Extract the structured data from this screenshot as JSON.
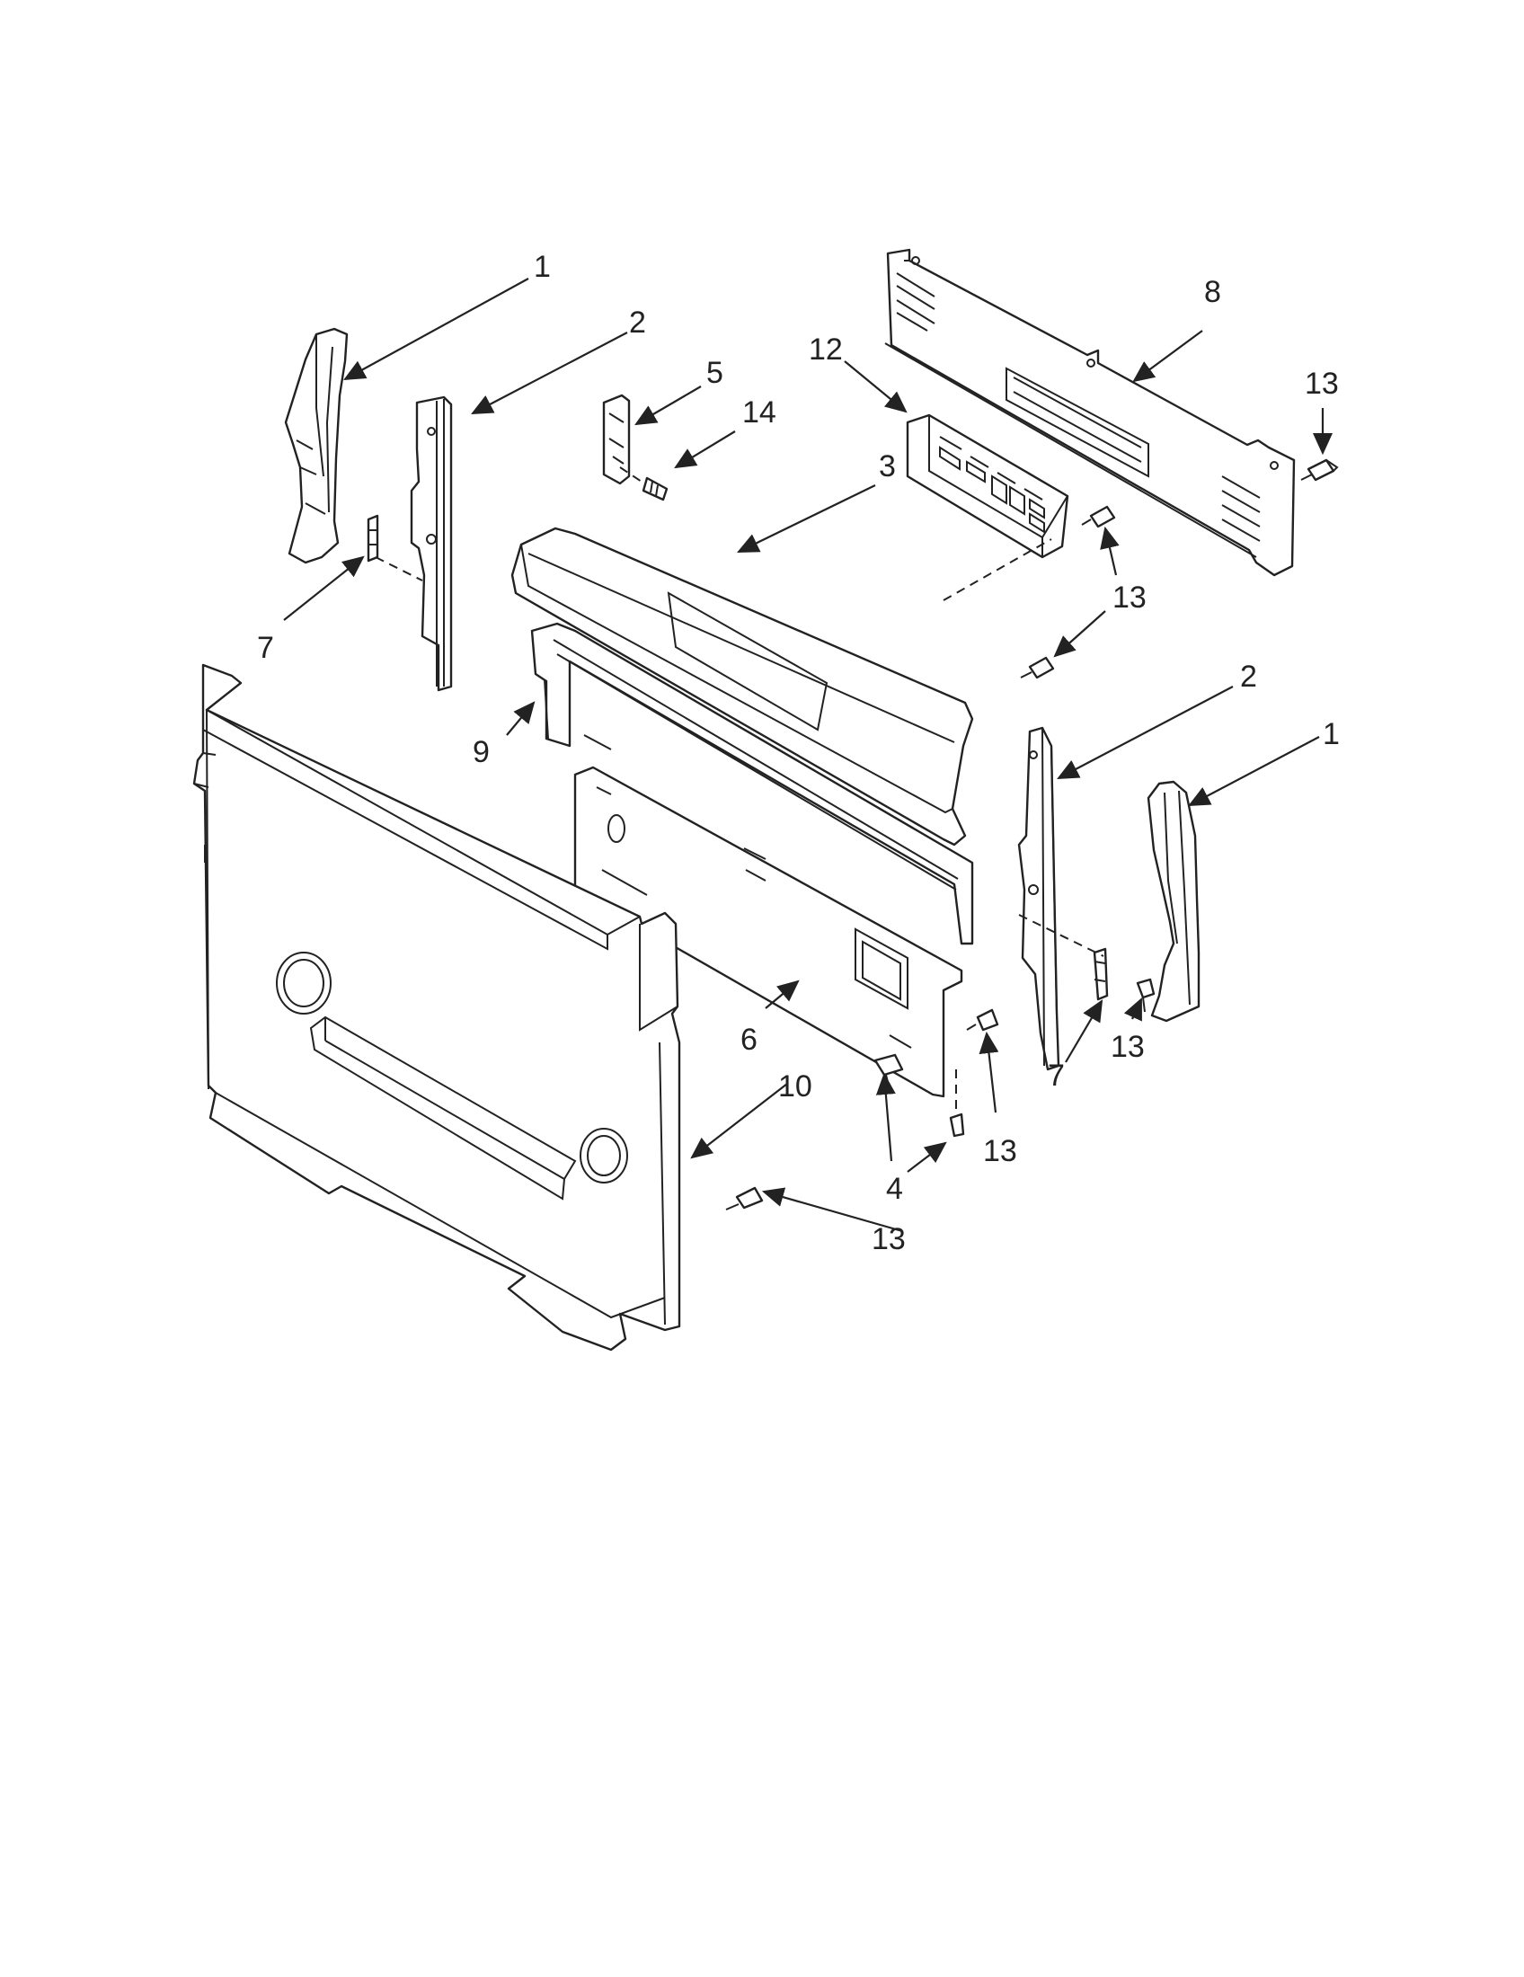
{
  "callouts": {
    "c1a": "1",
    "c2a": "2",
    "c5": "5",
    "c14": "14",
    "c12": "12",
    "c3": "3",
    "c8": "8",
    "c13a": "13",
    "c7a": "7",
    "c13b": "13",
    "c9": "9",
    "c2b": "2",
    "c1b": "1",
    "c6": "6",
    "c7b": "7",
    "c13c": "13",
    "c13d": "13",
    "c10": "10",
    "c4": "4",
    "c13e": "13"
  }
}
